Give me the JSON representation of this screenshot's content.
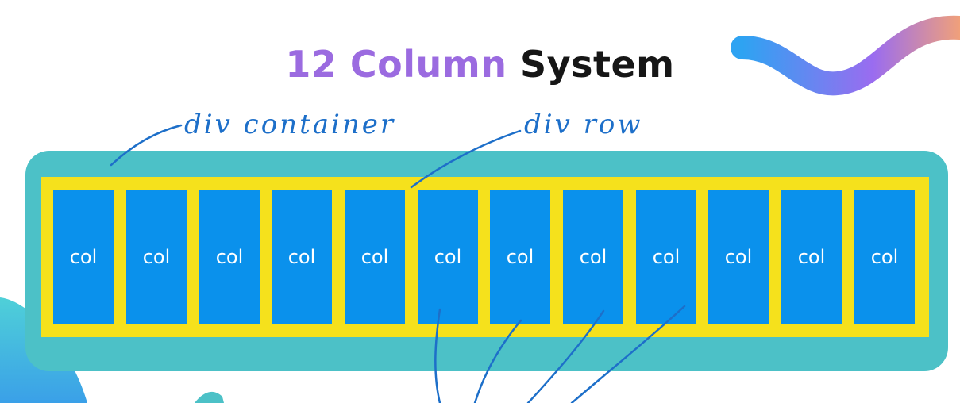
{
  "slide": {
    "title_accent": "12 Column",
    "title_plain": "System",
    "colors": {
      "accent": "#9b6be0",
      "container": "#4cc1c7",
      "row": "#f5e11c",
      "column": "#0a91ec",
      "annotation_ink": "#1d6fc9"
    }
  },
  "annotations": {
    "container_label": "div container",
    "row_label": "div row"
  },
  "columns": [
    {
      "label": "col"
    },
    {
      "label": "col"
    },
    {
      "label": "col"
    },
    {
      "label": "col"
    },
    {
      "label": "col"
    },
    {
      "label": "col"
    },
    {
      "label": "col"
    },
    {
      "label": "col"
    },
    {
      "label": "col"
    },
    {
      "label": "col"
    },
    {
      "label": "col"
    },
    {
      "label": "col"
    }
  ]
}
